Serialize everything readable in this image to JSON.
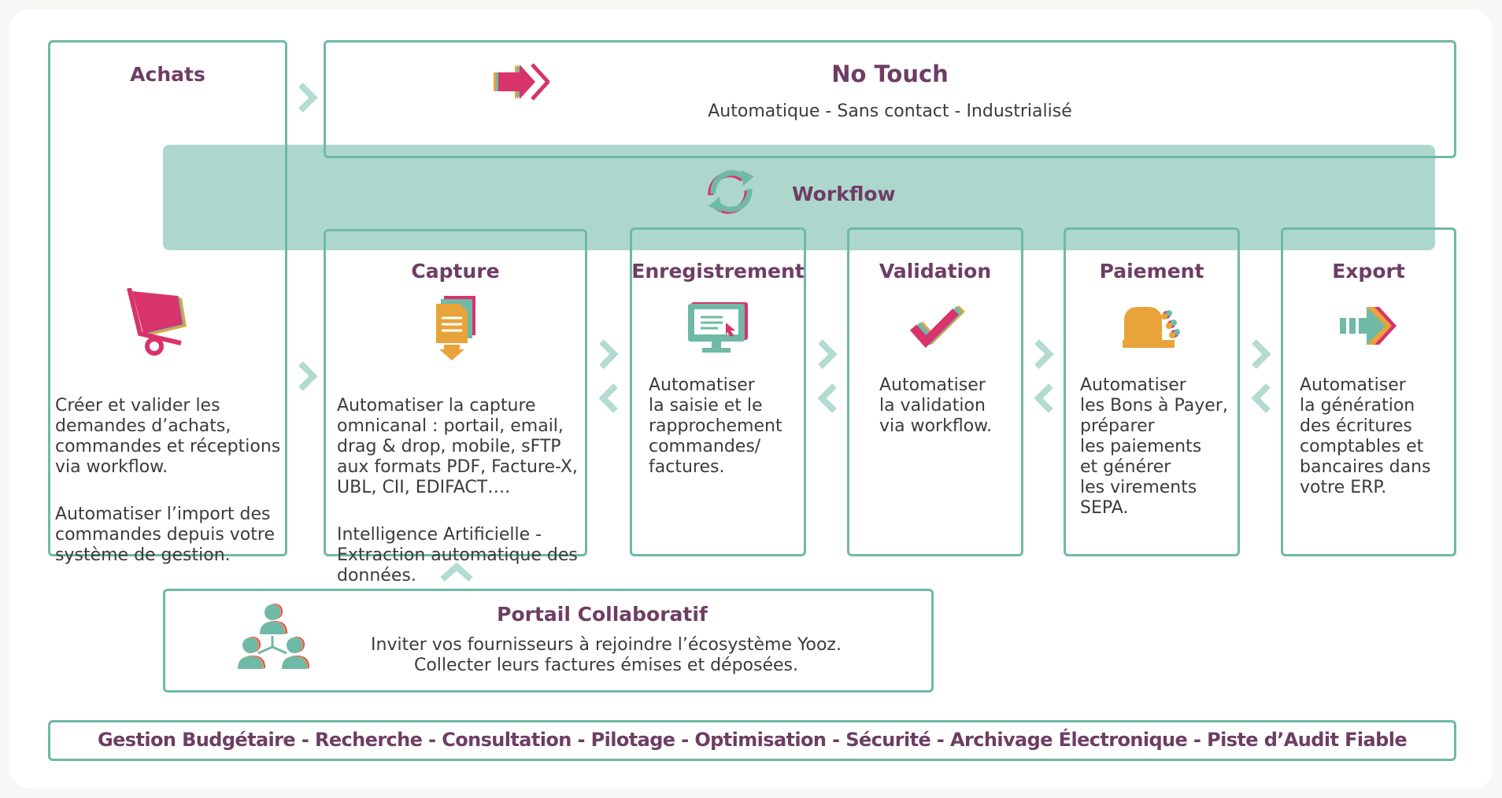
{
  "colors": {
    "accent": "#6fb9a6",
    "band": "#add7cd",
    "title": "#6e3d63",
    "text": "#3f3a3a",
    "pink": "#d9336b",
    "orange": "#e8a43a"
  },
  "achats": {
    "title": "Achats",
    "p1": "Créer et valider les\ndemandes d’achats,\ncommandes et réceptions\nvia workflow.",
    "p2": "Automatiser l’import des\ncommandes depuis votre\nsystème de gestion.",
    "icon": "cart-icon"
  },
  "notouch": {
    "title": "No Touch",
    "subtitle": "Automatique - Sans contact - Industrialisé",
    "icon": "fast-forward-icon"
  },
  "workflow": {
    "title": "Workflow",
    "icon": "refresh-cycle-icon"
  },
  "steps": [
    {
      "title": "Capture",
      "icon": "document-download-icon",
      "p1": "Automatiser la capture\nomnicanal : portail, email,\ndrag & drop, mobile, sFTP\naux formats PDF, Facture-X,\nUBL, CII, EDIFACT….",
      "p2": "Intelligence Artificielle -\nExtraction automatique des\ndonnées."
    },
    {
      "title": "Enregistrement",
      "icon": "monitor-icon",
      "p1": "Automatiser\nla saisie et le\nrapprochement\ncommandes/\nfactures."
    },
    {
      "title": "Validation",
      "icon": "checkmark-icon",
      "p1": "Automatiser\nla validation\nvia workflow."
    },
    {
      "title": "Paiement",
      "icon": "cash-register-icon",
      "p1": "Automatiser\nles Bons à Payer,\npréparer\nles paiements\net générer\nles virements\nSEPA."
    },
    {
      "title": "Export",
      "icon": "export-arrow-icon",
      "p1": "Automatiser\nla génération\ndes écritures\ncomptables et\nbancaires dans\nvotre ERP."
    }
  ],
  "portail": {
    "title": "Portail Collaboratif",
    "line1": "Inviter vos fournisseurs à rejoindre l’écosystème Yooz.",
    "line2": "Collecter leurs factures émises et déposées.",
    "icon": "users-network-icon"
  },
  "footer": {
    "text": "Gestion Budgétaire - Recherche - Consultation - Pilotage - Optimisation - Sécurité - Archivage Électronique - Piste d’Audit Fiable"
  }
}
